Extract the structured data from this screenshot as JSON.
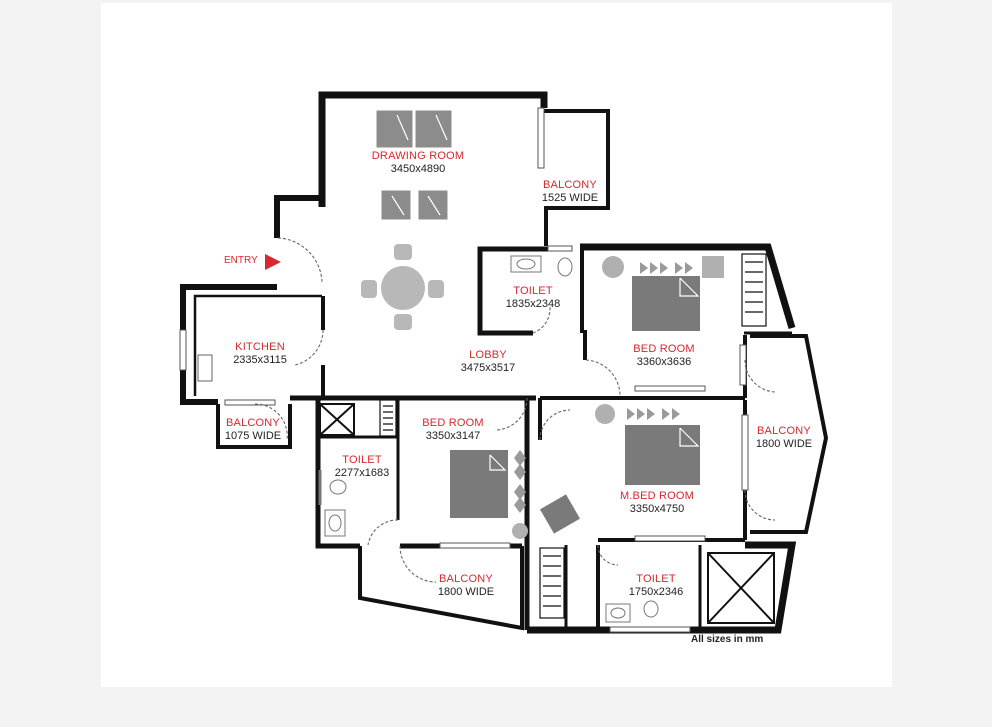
{
  "rooms": [
    {
      "id": "drawing",
      "name": "DRAWING ROOM",
      "dims": "3450x4890"
    },
    {
      "id": "balcony1",
      "name": "BALCONY",
      "dims": "1525 WIDE"
    },
    {
      "id": "toilet1",
      "name": "TOILET",
      "dims": "1835x2348"
    },
    {
      "id": "kitchen",
      "name": "KITCHEN",
      "dims": "2335x3115"
    },
    {
      "id": "lobby",
      "name": "LOBBY",
      "dims": "3475x3517"
    },
    {
      "id": "bed1",
      "name": "BED ROOM",
      "dims": "3360x3636"
    },
    {
      "id": "balcony2",
      "name": "BALCONY",
      "dims": "1075 WIDE"
    },
    {
      "id": "bed2",
      "name": "BED ROOM",
      "dims": "3350x3147"
    },
    {
      "id": "balcony3",
      "name": "BALCONY",
      "dims": "1800 WIDE"
    },
    {
      "id": "toilet2",
      "name": "TOILET",
      "dims": "2277x1683"
    },
    {
      "id": "mbed",
      "name": "M.BED ROOM",
      "dims": "3350x4750"
    },
    {
      "id": "balcony4",
      "name": "BALCONY",
      "dims": "1800 WIDE"
    },
    {
      "id": "toilet3",
      "name": "TOILET",
      "dims": "1750x2346"
    }
  ],
  "entry_label": "ENTRY",
  "note": "All sizes in mm",
  "colors": {
    "label_red": "#d7282f",
    "wall": "#111111",
    "furniture": "#8c8c8c",
    "furniture_light": "#b8b8b8"
  }
}
